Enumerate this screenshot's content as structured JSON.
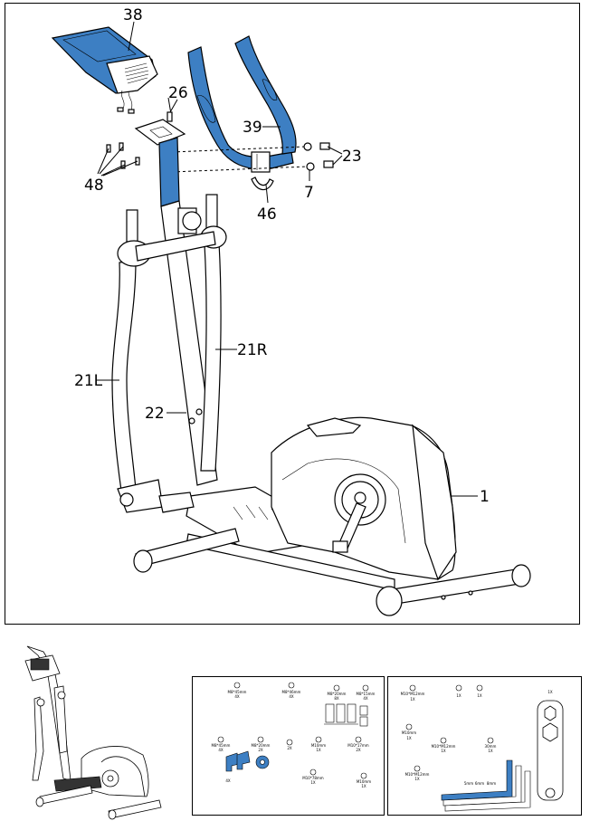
{
  "callouts": {
    "c38": "38",
    "c26": "26",
    "c39": "39",
    "c23": "23",
    "c48": "48",
    "c7": "7",
    "c46": "46",
    "c21R": "21R",
    "c21L": "21L",
    "c22": "22",
    "c1": "1"
  },
  "hardware": [
    {
      "num": "",
      "spec": "M8*45mm",
      "qty": "4X"
    },
    {
      "num": "",
      "spec": "M8*46mm",
      "qty": "4X"
    },
    {
      "num": "",
      "spec": "M8*20mm",
      "qty": "8X"
    },
    {
      "num": "",
      "spec": "M8*15mm",
      "qty": "4X"
    },
    {
      "num": "",
      "spec": "M8*45mm",
      "qty": "4X"
    },
    {
      "num": "",
      "spec": "M8*20mm",
      "qty": "2X"
    },
    {
      "num": "",
      "spec": "",
      "qty": "2X"
    },
    {
      "num": "",
      "spec": "M10mm",
      "qty": "1X"
    },
    {
      "num": "",
      "spec": "M10*17mm",
      "qty": "2X"
    },
    {
      "num": "",
      "spec": "M10*78mm",
      "qty": "1X"
    },
    {
      "num": "",
      "spec": "M10mm",
      "qty": "1X"
    }
  ],
  "tools": [
    {
      "spec": "M10*M12mm",
      "qty": "1X"
    },
    {
      "spec": "",
      "qty": "1X"
    },
    {
      "spec": "",
      "qty": "1X"
    },
    {
      "spec": "M10mm",
      "qty": "1X"
    },
    {
      "spec": "M10*M12mm",
      "qty": "1X"
    },
    {
      "spec": "30mm",
      "qty": "1X"
    },
    {
      "spec": "M10*M12mm",
      "qty": "1X"
    }
  ],
  "wrench_sizes": [
    "5mm",
    "6mm",
    "8mm"
  ],
  "wrench_label": "1X",
  "colors": {
    "accent": "#3d7fc3"
  }
}
